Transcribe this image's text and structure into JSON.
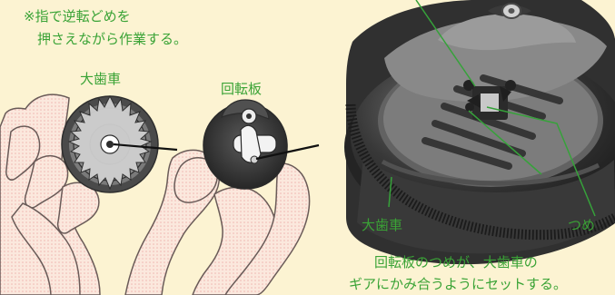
{
  "instructions": {
    "line1": "※指で逆転どめを",
    "line2": "押さえながら作業する。"
  },
  "left_labels": {
    "big_gear": "大歯車",
    "rotating_plate": "回転板"
  },
  "right_labels": {
    "big_gear": "大歯車",
    "claw": "つめ"
  },
  "caption": {
    "line1": "回転板のつめが、大歯車の",
    "line2": "ギアにかみ合うようにセットする。"
  },
  "colors": {
    "background": "#fcf3d2",
    "text": "#3aa336",
    "line": "#36a23a",
    "hand_fill": "#fbe8dd",
    "hand_outline": "#6a5b58",
    "part_dark": "#373737"
  }
}
